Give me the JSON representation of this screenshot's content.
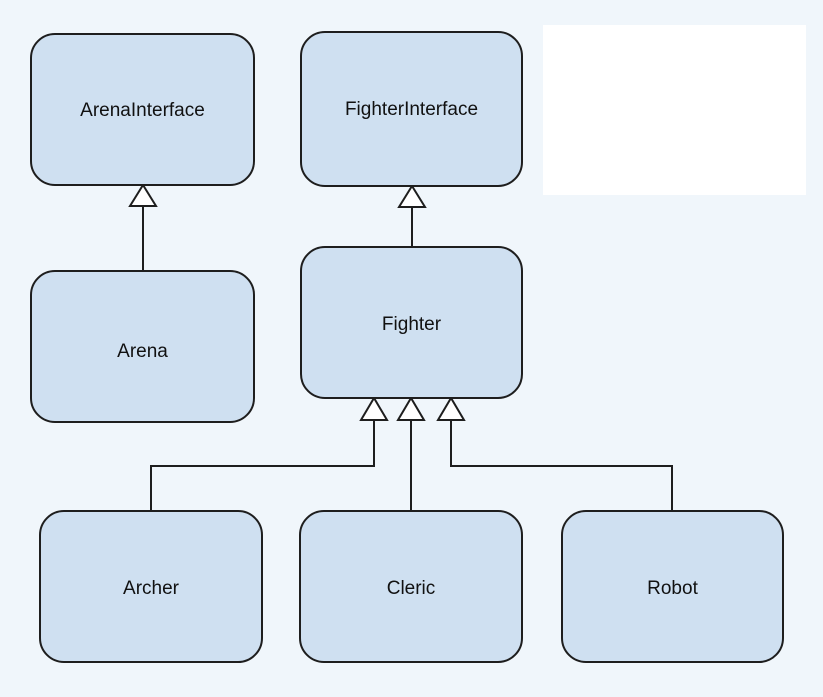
{
  "diagram": {
    "type": "uml-class-inheritance",
    "nodes": {
      "arena_interface": "ArenaInterface",
      "fighter_interface": "FighterInterface",
      "arena": "Arena",
      "fighter": "Fighter",
      "archer": "Archer",
      "cleric": "Cleric",
      "robot": "Robot"
    },
    "edges": [
      {
        "from": "Arena",
        "to": "ArenaInterface",
        "relation": "inherits"
      },
      {
        "from": "Fighter",
        "to": "FighterInterface",
        "relation": "inherits"
      },
      {
        "from": "Archer",
        "to": "Fighter",
        "relation": "inherits"
      },
      {
        "from": "Cleric",
        "to": "Fighter",
        "relation": "inherits"
      },
      {
        "from": "Robot",
        "to": "Fighter",
        "relation": "inherits"
      }
    ],
    "colors": {
      "background": "#f0f6fb",
      "node_fill": "#cfe0f1",
      "stroke": "#1e1e1e",
      "arrow_fill": "#ffffff"
    }
  }
}
